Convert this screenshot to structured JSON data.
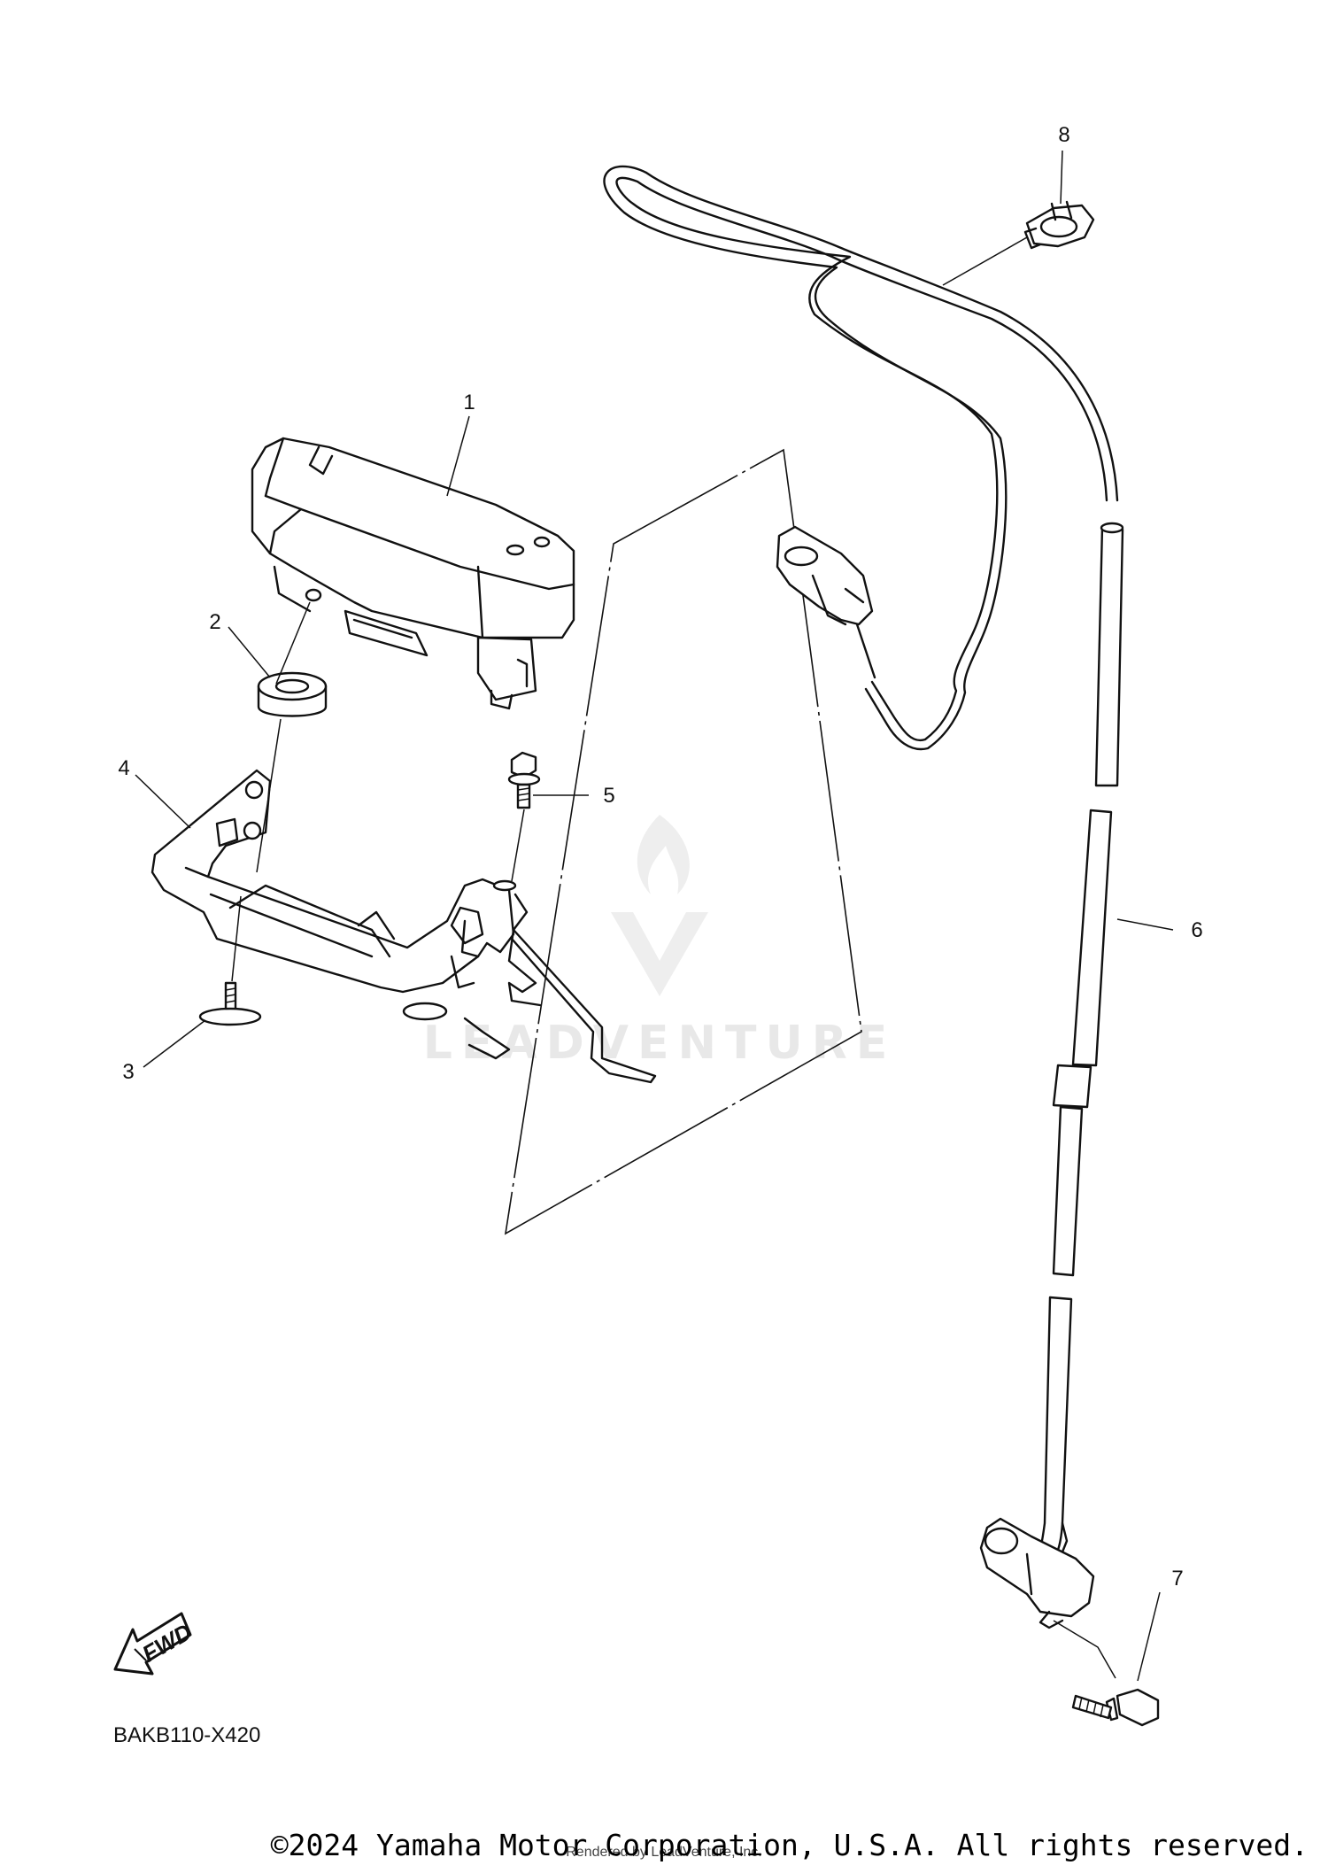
{
  "diagram": {
    "callouts": [
      {
        "id": "1",
        "label": "1"
      },
      {
        "id": "2",
        "label": "2"
      },
      {
        "id": "3",
        "label": "3"
      },
      {
        "id": "4",
        "label": "4"
      },
      {
        "id": "5",
        "label": "5"
      },
      {
        "id": "6",
        "label": "6"
      },
      {
        "id": "7",
        "label": "7"
      },
      {
        "id": "8",
        "label": "8"
      }
    ],
    "direction_badge": "FWD",
    "diagram_code": "BAKB110-X420"
  },
  "watermark": {
    "text": "LEADVENTURE"
  },
  "footer": {
    "copyright": "©2024 Yamaha Motor Corporation, U.S.A. All rights reserved.",
    "rendered_by": "Rendered by LeadVenture, Inc."
  }
}
